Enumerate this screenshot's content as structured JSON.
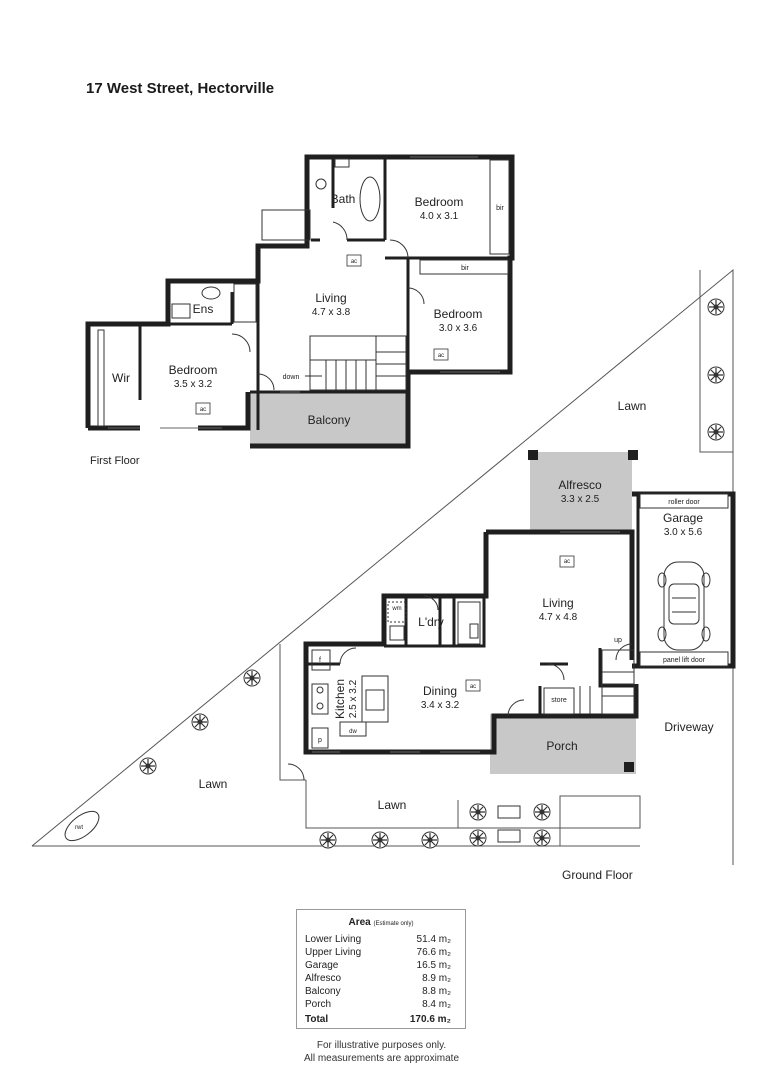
{
  "title": "17 West Street, Hectorville",
  "first_floor": {
    "label": "First Floor",
    "rooms": {
      "bath": "Bath",
      "bedroom1_name": "Bedroom",
      "bedroom1_size": "4.0 x 3.1",
      "bir1": "bir",
      "ens": "Ens",
      "living_name": "Living",
      "living_size": "4.7 x 3.8",
      "bir2": "bir",
      "bedroom2_name": "Bedroom",
      "bedroom2_size": "3.0 x 3.6",
      "wir": "Wir",
      "bedroom3_name": "Bedroom",
      "bedroom3_size": "3.5 x 3.2",
      "down": "down",
      "balcony": "Balcony",
      "ac": "ac"
    }
  },
  "ground_floor": {
    "label": "Ground Floor",
    "rooms": {
      "lawn_top": "Lawn",
      "alfresco_name": "Alfresco",
      "alfresco_size": "3.3 x 2.5",
      "roller_door": "roller door",
      "garage_name": "Garage",
      "garage_size": "3.0 x 5.6",
      "living_name": "Living",
      "living_size": "4.7 x 4.8",
      "wm": "wm",
      "ldry": "L'dry",
      "up": "up",
      "panel_lift_door": "panel lift door",
      "f": "f",
      "kitchen_name": "Kitchen",
      "kitchen_size": "2.5 x 3.2",
      "dining_name": "Dining",
      "dining_size": "3.4 x 3.2",
      "store": "store",
      "p": "p",
      "dw": "dw",
      "porch": "Porch",
      "driveway": "Driveway",
      "lawn_left": "Lawn",
      "lawn_front": "Lawn",
      "rwt": "rwt",
      "ac": "ac"
    }
  },
  "area": {
    "heading": "Area",
    "note": "(Estimate only)",
    "rows": [
      {
        "label": "Lower Living",
        "value": "51.4 m₂"
      },
      {
        "label": "Upper Living",
        "value": "76.6 m₂"
      },
      {
        "label": "Garage",
        "value": "16.5 m₂"
      },
      {
        "label": "Alfresco",
        "value": "8.9 m₂"
      },
      {
        "label": "Balcony",
        "value": "8.8 m₂"
      },
      {
        "label": "Porch",
        "value": "8.4 m₂"
      }
    ],
    "total_label": "Total",
    "total_value": "170.6 m₂"
  },
  "footnote": {
    "line1": "For illustrative purposes only.",
    "line2": "All measurements are approximate"
  },
  "colors": {
    "wall": "#1f1f1f",
    "outdoor_fill": "#c8c8c8",
    "boundary": "#555555"
  }
}
